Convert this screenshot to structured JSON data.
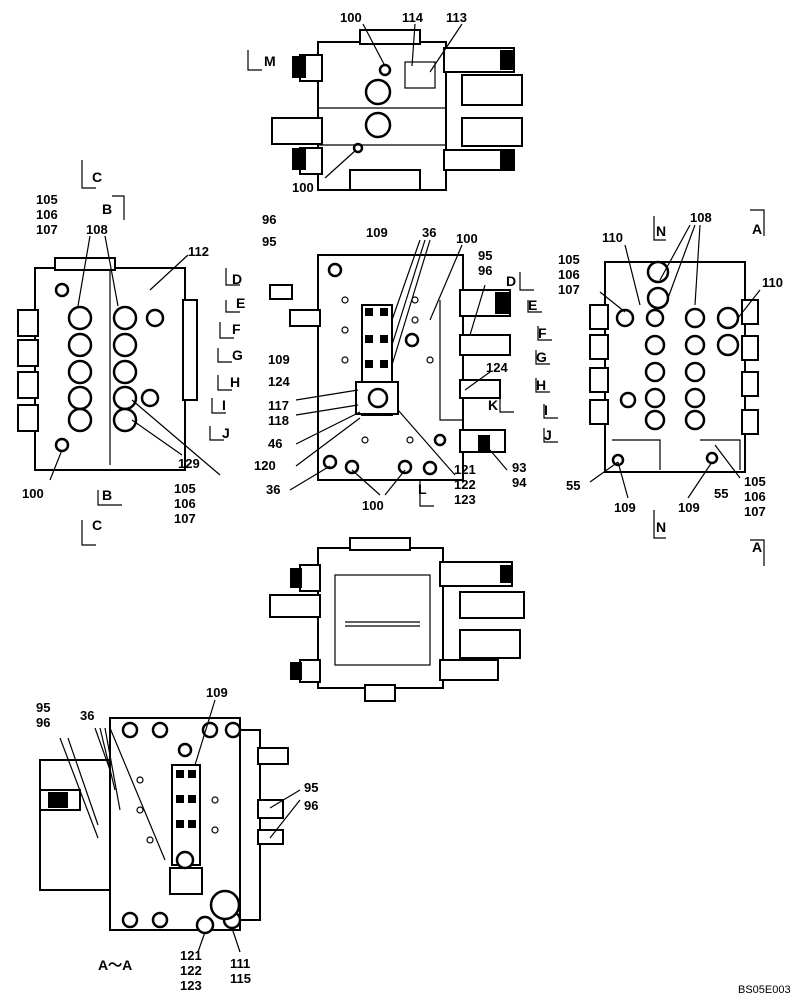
{
  "diagram_code": "BS05E003",
  "view_title": "A～A",
  "section_markers": [
    "M",
    "C",
    "B",
    "D",
    "E",
    "F",
    "G",
    "H",
    "I",
    "J",
    "K",
    "L",
    "N",
    "A"
  ],
  "labels": {
    "top": [
      "100",
      "114",
      "113",
      "100"
    ],
    "left": [
      "105",
      "106",
      "107",
      "108",
      "112",
      "129",
      "105",
      "106",
      "107",
      "100"
    ],
    "center": [
      "96",
      "95",
      "109",
      "36",
      "100",
      "95",
      "96",
      "109",
      "124",
      "117",
      "118",
      "46",
      "120",
      "36",
      "124",
      "121",
      "122",
      "123",
      "93",
      "94",
      "100"
    ],
    "right": [
      "110",
      "108",
      "105",
      "106",
      "107",
      "110",
      "55",
      "109",
      "109",
      "55",
      "105",
      "106",
      "107"
    ],
    "bottom_left": [
      "95",
      "96",
      "36",
      "109",
      "95",
      "96",
      "121",
      "122",
      "123",
      "111",
      "115"
    ]
  }
}
